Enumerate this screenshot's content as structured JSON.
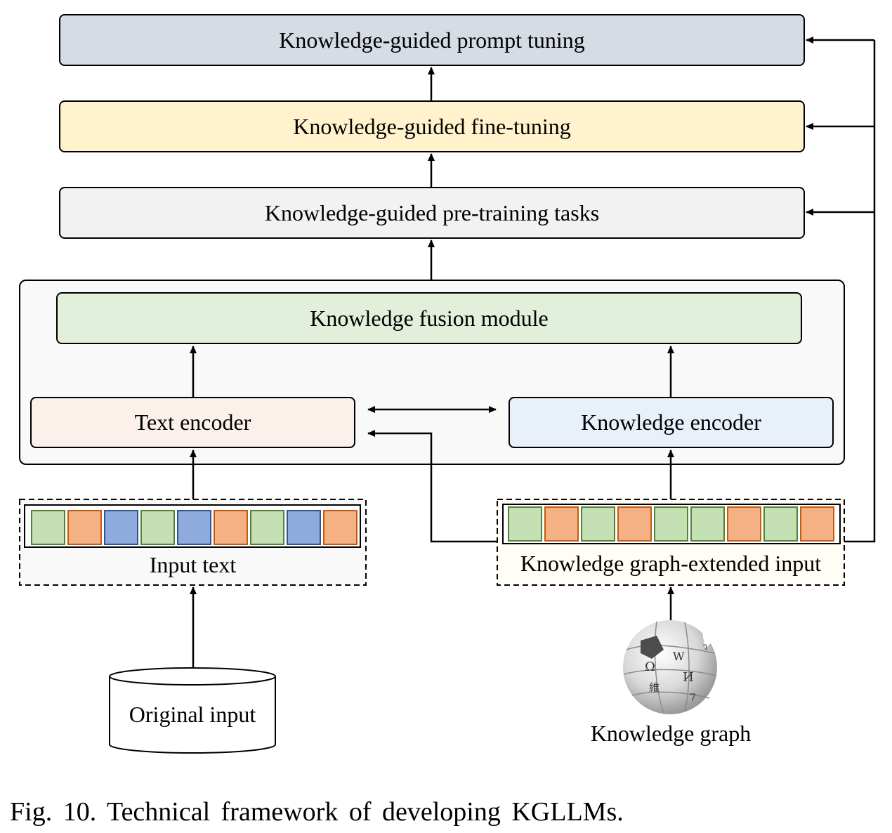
{
  "diagram": {
    "prompt_tuning": "Knowledge-guided prompt tuning",
    "fine_tuning": "Knowledge-guided fine-tuning",
    "pretraining_tasks": "Knowledge-guided pre-training tasks",
    "fusion_module": "Knowledge fusion module",
    "text_encoder": "Text encoder",
    "knowledge_encoder": "Knowledge encoder",
    "input_text": "Input text",
    "kg_extended_input": "Knowledge graph-extended input",
    "original_input": "Original input",
    "knowledge_graph": "Knowledge graph",
    "globe_icon": "wikipedia-globe-icon",
    "input_text_tokens": [
      "green",
      "orange",
      "blue",
      "green",
      "blue",
      "orange",
      "green",
      "blue",
      "orange"
    ],
    "kg_input_tokens": [
      "green",
      "orange",
      "green",
      "orange",
      "green",
      "green",
      "orange",
      "green",
      "orange"
    ]
  },
  "colors": {
    "prompt_tuning_fill": "#d6dce4",
    "fine_tuning_fill": "#fff2cc",
    "pretraining_fill": "#f2f2f2",
    "fusion_fill": "#e2efda",
    "text_encoder_fill": "#fbf1ea",
    "knowledge_encoder_fill": "#e8f1fa",
    "container_fill": "#f9f9f9",
    "token_green": "#c5e0b4",
    "token_green_border": "#548235",
    "token_orange": "#f4b183",
    "token_orange_border": "#c55a11",
    "token_blue": "#8faadc",
    "token_blue_border": "#2f5597"
  },
  "caption": "Fig. 10.  Technical framework of developing KGLLMs."
}
